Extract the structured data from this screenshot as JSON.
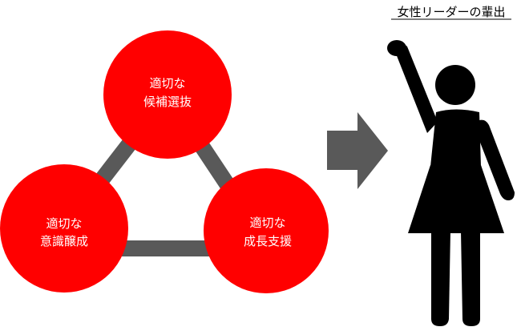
{
  "title": "女性リーダーの輩出",
  "nodes": [
    {
      "id": "top",
      "line1": "適切な",
      "line2": "候補選抜"
    },
    {
      "id": "left",
      "line1": "適切な",
      "line2": "意識醸成"
    },
    {
      "id": "right",
      "line1": "適切な",
      "line2": "成長支援"
    }
  ],
  "colors": {
    "circle": "#ff0000",
    "connector": "#595959",
    "arrow": "#595959",
    "figure": "#000000",
    "circle_text": "#ffffff"
  },
  "icons": {
    "arrow": "arrow-right-icon",
    "figure": "woman-raising-hand-icon"
  }
}
